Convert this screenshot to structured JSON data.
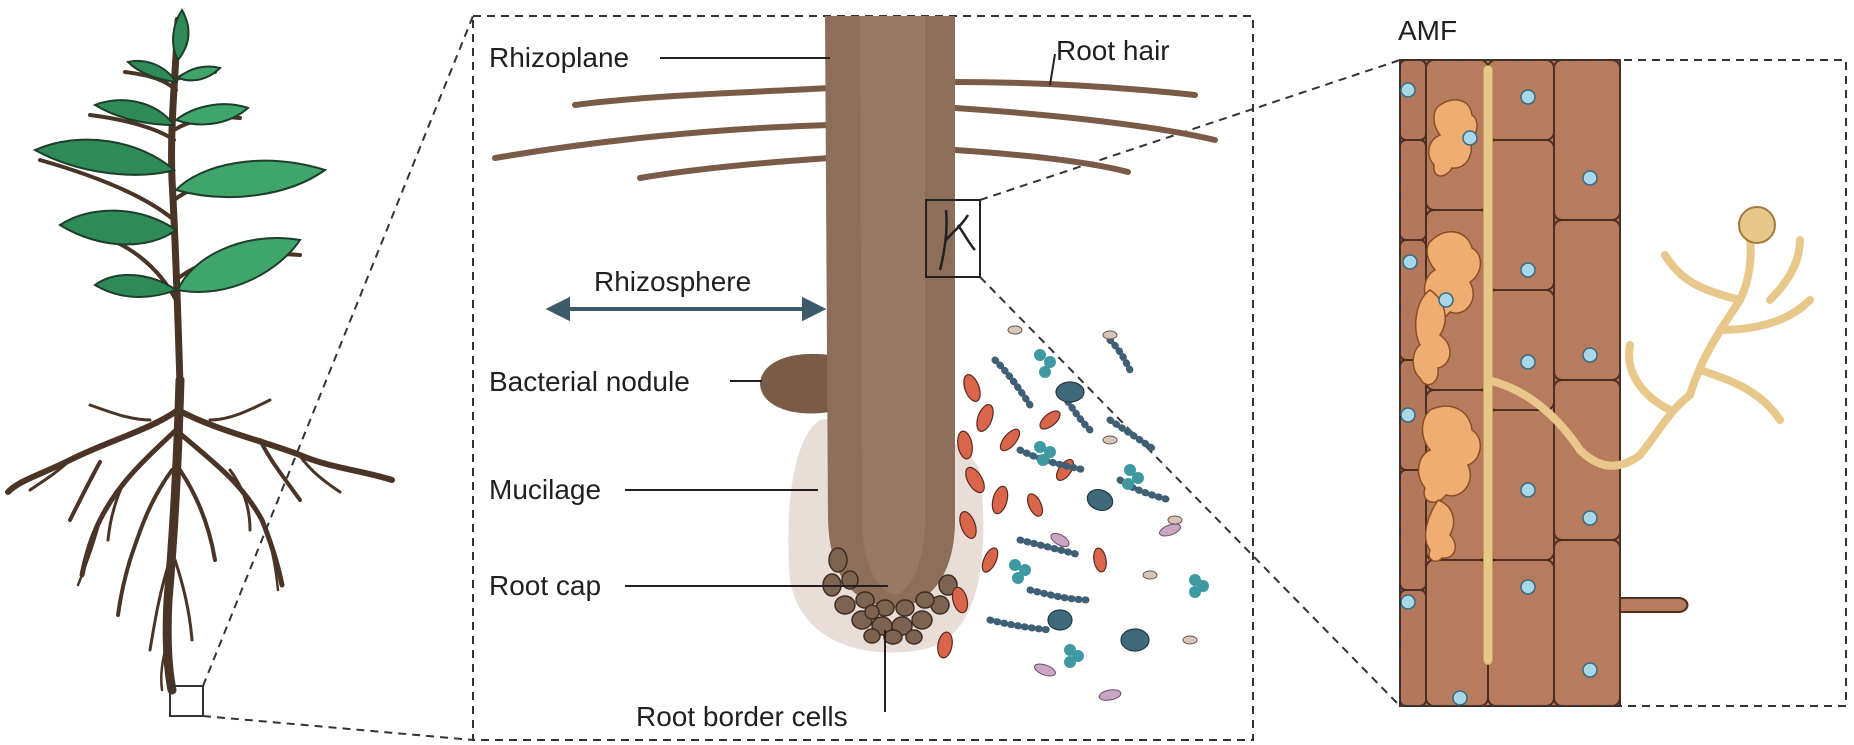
{
  "labels": {
    "rhizoplane": "Rhizoplane",
    "root_hair": "Root hair",
    "rhizosphere": "Rhizosphere",
    "bacterial_nodule": "Bacterial nodule",
    "mucilage": "Mucilage",
    "root_cap": "Root cap",
    "root_border_cells": "Root border cells",
    "amf": "AMF"
  },
  "colors": {
    "root": "#8a6a55",
    "root_light": "#a2836f",
    "root_dark": "#6f5140",
    "mucilage": "#e8ddd7",
    "leaf": "#2e8b57",
    "leaf_light": "#3fa56a",
    "stem": "#4a3426",
    "bacteria_red": "#d9654a",
    "bacteria_blue": "#3f5f74",
    "bacteria_teal": "#3e9aa0",
    "bacteria_pink": "#c9a6c3",
    "cell": "#b77b5e",
    "cell_border": "#4f2e22",
    "fungus": "#e8c78a",
    "arbuscule": "#f0ad72",
    "dot": "#a8d8e8",
    "arrow": "#3c5a6a",
    "dashed": "#333333"
  }
}
